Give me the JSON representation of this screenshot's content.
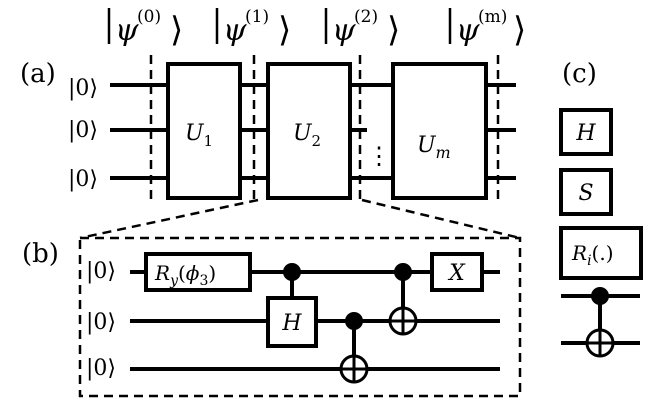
{
  "panels": {
    "a": "(a)",
    "b": "(b)",
    "c": "(c)"
  },
  "states": {
    "psi0": {
      "psi": "ψ",
      "sup": "(0)"
    },
    "psi1": {
      "psi": "ψ",
      "sup": "(1)"
    },
    "psi2": {
      "psi": "ψ",
      "sup": "(2)"
    },
    "psim": {
      "psi": "ψ",
      "sup": "(m)"
    }
  },
  "inputs": {
    "a": [
      "|0⟩",
      "|0⟩",
      "|0⟩"
    ],
    "b": [
      "|0⟩",
      "|0⟩",
      "|0⟩"
    ]
  },
  "unitaries": {
    "u1": {
      "base": "U",
      "sub": "1"
    },
    "u2": {
      "base": "U",
      "sub": "2"
    },
    "um": {
      "base": "U",
      "sub": "m"
    }
  },
  "ellipsis": "⋮",
  "circuit_b": {
    "ry": {
      "base": "R",
      "sub": "y",
      "arg_open": "(",
      "phi": "ϕ",
      "phi_sub": "3",
      "arg_close": ")"
    },
    "h": "H",
    "x": "X"
  },
  "gate_set": {
    "h": "H",
    "s": "S",
    "ri": {
      "base": "R",
      "sub": "i",
      "arg": "(.)"
    }
  },
  "colors": {
    "stroke": "#000000",
    "background": "#ffffff"
  }
}
